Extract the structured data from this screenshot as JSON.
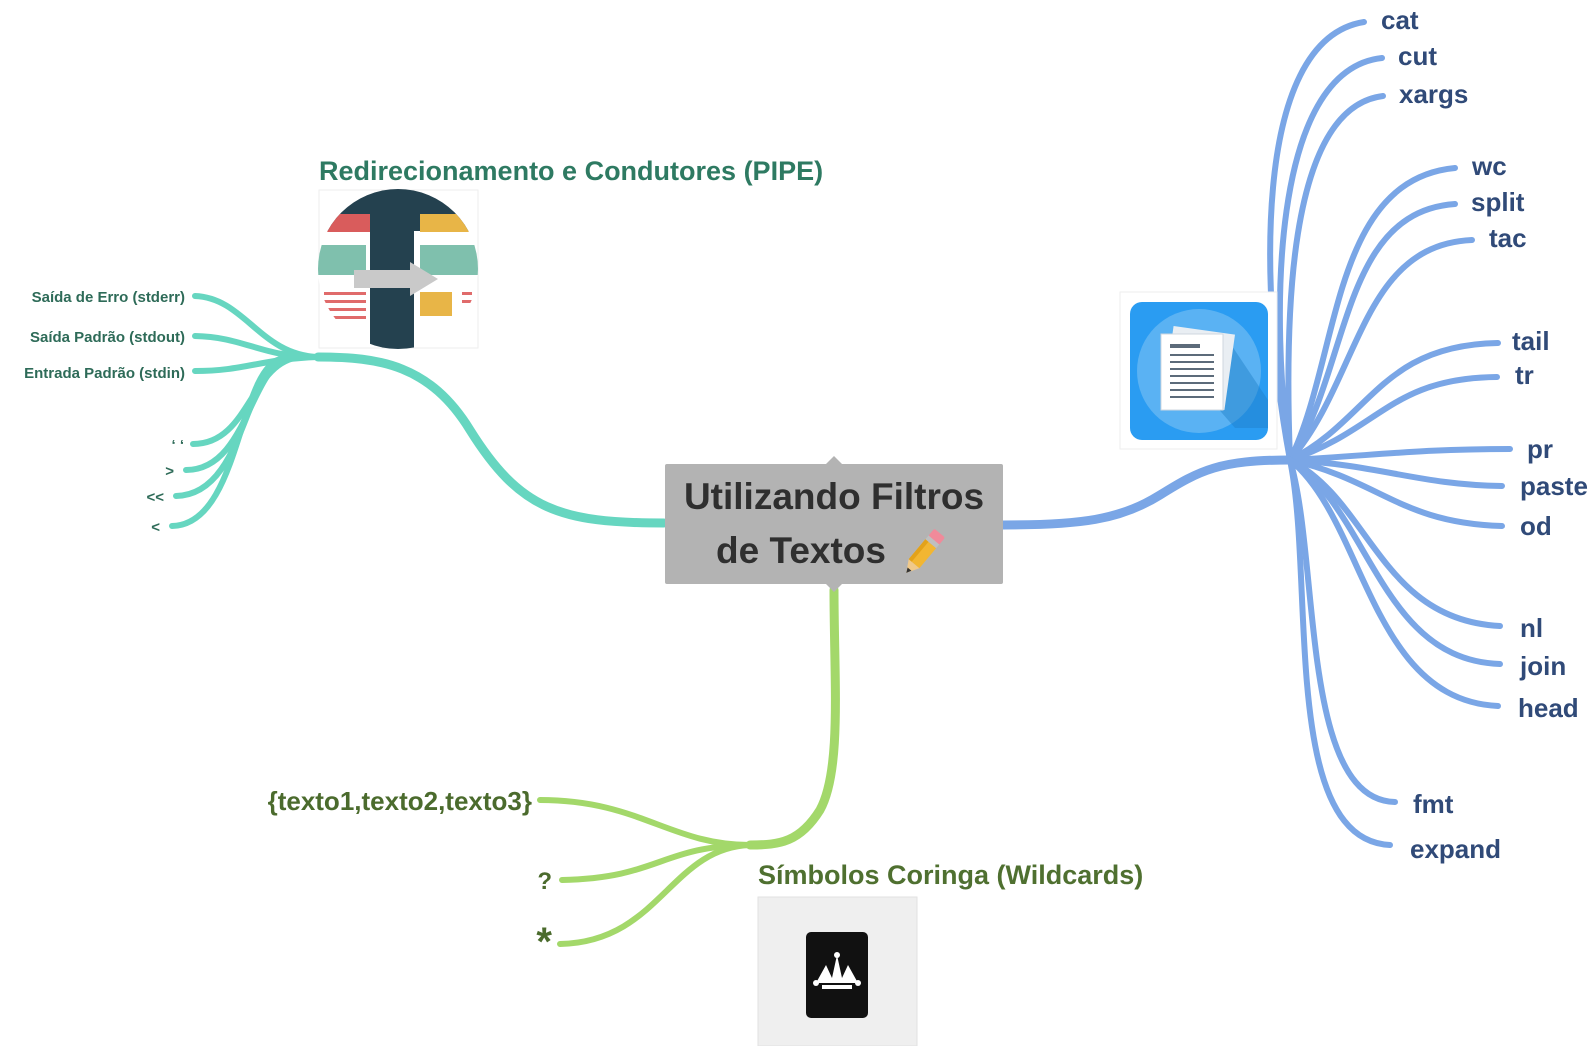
{
  "central": {
    "line1": "Utilizando Filtros",
    "line2": "de Textos"
  },
  "colors": {
    "teal_branch": "#66d6c0",
    "green_branch": "#a3d86a",
    "blue_branch": "#7aa6e6",
    "central_bg": "#b3b3b3"
  },
  "pipe": {
    "title": "Redirecionamento e Condutores (PIPE)",
    "icon": "redirection-pipe-icon",
    "items": [
      "Saída de Erro (stderr)",
      "Saída Padrão (stdout)",
      "Entrada Padrão (stdin)",
      "‘ ‘",
      ">",
      "<<",
      "<"
    ]
  },
  "wildcards": {
    "title": "Símbolos Coringa (Wildcards)",
    "icon": "joker-card-icon",
    "items": [
      "{texto1,texto2,texto3}",
      "?",
      "*"
    ]
  },
  "commands": {
    "icon": "document-icon",
    "items": [
      "cat",
      "cut",
      "xargs",
      "wc",
      "split",
      "tac",
      "tail",
      "tr",
      "pr",
      "paste",
      "od",
      "nl",
      "join",
      "head",
      "fmt",
      "expand"
    ]
  }
}
